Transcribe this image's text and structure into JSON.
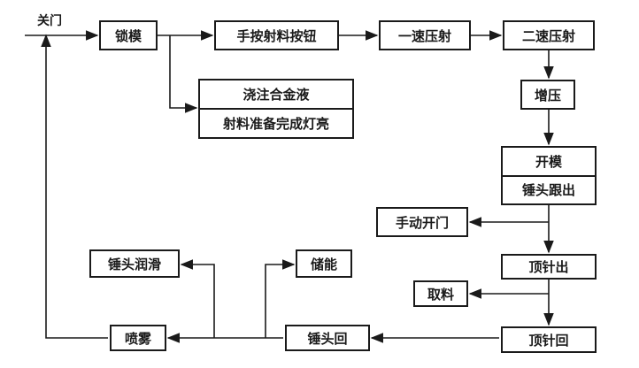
{
  "start_label": "关门",
  "nodes": {
    "lock_mold": "锁模",
    "manual_shot_button": "手按射料按钮",
    "first_speed_shot": "一速压射",
    "second_speed_shot": "二速压射",
    "pour_alloy": "浇注合金液",
    "shot_ready_light": "射料准备完成灯亮",
    "boost_pressure": "增压",
    "open_mold": "开模",
    "plunger_follow_out": "锤头跟出",
    "manual_open_door": "手动开门",
    "ejector_out": "顶针出",
    "take_part": "取料",
    "ejector_return": "顶针回",
    "plunger_return": "锤头回",
    "accumulate_energy": "储能",
    "plunger_lubrication": "锤头润滑",
    "spray": "喷雾"
  }
}
